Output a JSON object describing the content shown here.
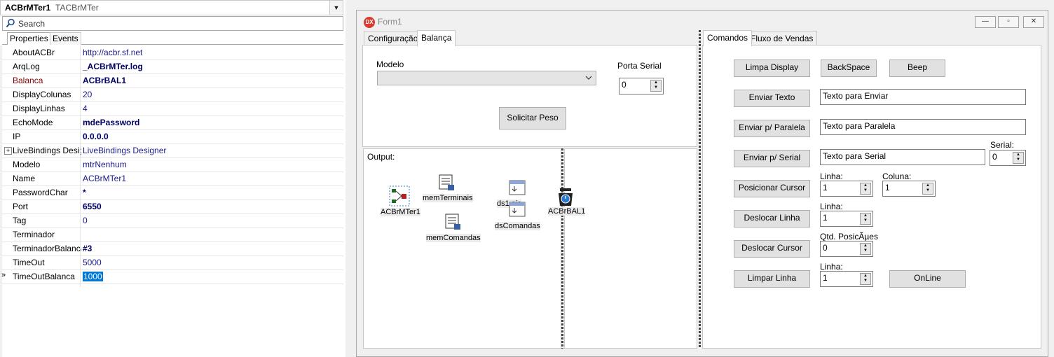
{
  "inspector": {
    "component_name": "ACBrMTer1",
    "component_type": "TACBrMTer",
    "search_placeholder": "Search",
    "tabs": [
      "Properties",
      "Events"
    ],
    "properties": [
      {
        "name": "AboutACBr",
        "value": "http://acbr.sf.net"
      },
      {
        "name": "ArqLog",
        "value": "_ACBrMTer.log"
      },
      {
        "name": "Balanca",
        "value": "ACBrBAL1"
      },
      {
        "name": "DisplayColunas",
        "value": "20"
      },
      {
        "name": "DisplayLinhas",
        "value": "4"
      },
      {
        "name": "EchoMode",
        "value": "mdePassword"
      },
      {
        "name": "IP",
        "value": "0.0.0.0"
      },
      {
        "name": "LiveBindings Designer",
        "value": "LiveBindings Designer"
      },
      {
        "name": "Modelo",
        "value": "mtrNenhum"
      },
      {
        "name": "Name",
        "value": "ACBrMTer1"
      },
      {
        "name": "PasswordChar",
        "value": "*"
      },
      {
        "name": "Port",
        "value": "6550"
      },
      {
        "name": "Tag",
        "value": "0"
      },
      {
        "name": "Terminador",
        "value": ""
      },
      {
        "name": "TerminadorBalanca",
        "value": "#3"
      },
      {
        "name": "TimeOut",
        "value": "5000"
      },
      {
        "name": "TimeOutBalanca",
        "value": "1000"
      }
    ],
    "selected_marker": "»"
  },
  "form": {
    "title": "Form1",
    "icon_text": "DX",
    "left_tabs": [
      "Configuração",
      "Balança"
    ],
    "balanca": {
      "modelo_label": "Modelo",
      "modelo_value": "",
      "porta_label": "Porta Serial",
      "porta_value": "0",
      "solicitar_label": "Solicitar Peso"
    },
    "output_label": "Output:",
    "components": {
      "mter": "ACBrMTer1",
      "memterminais": "memTerminais",
      "memcomandas": "memComandas",
      "dsterminais": "ds1     ais",
      "dscomandas": "dsComandas",
      "bal": "ACBrBAL1"
    },
    "right_tabs": [
      "Comandos",
      "Fluxo de Vendas"
    ],
    "comandos": {
      "limpa_display": "Limpa Display",
      "backspace": "BackSpace",
      "beep": "Beep",
      "enviar_texto": "Enviar Texto",
      "enviar_texto_value": "Texto para Enviar",
      "enviar_paralela": "Enviar p/ Paralela",
      "paralela_value": "Texto para Paralela",
      "enviar_serial": "Enviar p/ Serial",
      "serial_value": "Texto para Serial",
      "serial_label": "Serial:",
      "serial_num": "0",
      "posicionar_cursor": "Posicionar Cursor",
      "linha_label": "Linha:",
      "linha_value": "1",
      "coluna_label": "Coluna:",
      "coluna_value": "1",
      "deslocar_linha": "Deslocar Linha",
      "deslocar_linha_label": "Linha:",
      "deslocar_linha_value": "1",
      "deslocar_cursor": "Deslocar Cursor",
      "qtd_label": "Qtd. PosicÃµes",
      "qtd_value": "0",
      "limpar_linha": "Limpar Linha",
      "limpar_linha_label": "Linha:",
      "limpar_linha_value": "1",
      "online": "OnLine"
    }
  }
}
